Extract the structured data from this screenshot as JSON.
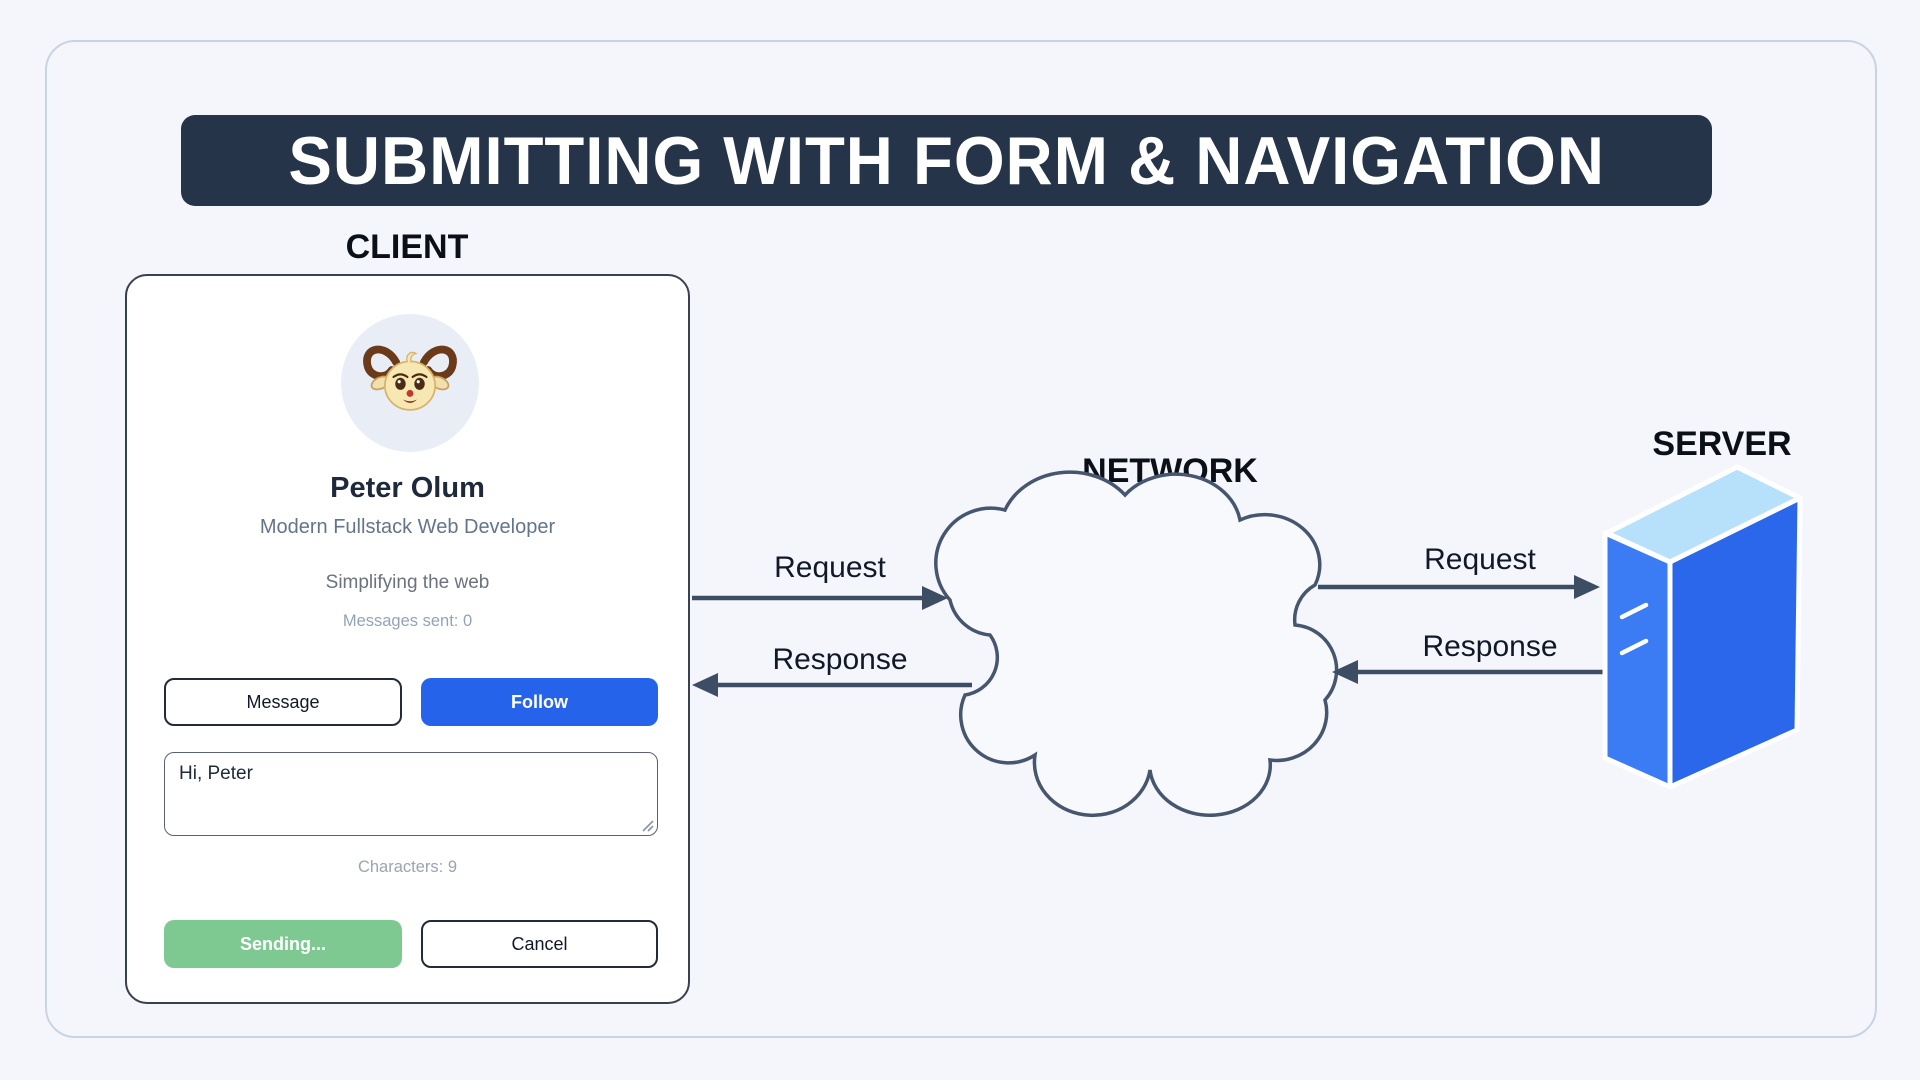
{
  "title": "SUBMITTING WITH FORM & NAVIGATION",
  "client": {
    "section_label": "CLIENT",
    "card": {
      "name": "Peter Olum",
      "role": "Modern Fullstack Web Developer",
      "bio": "Simplifying the web",
      "messages_sent": "Messages sent: 0",
      "message_button": "Message",
      "follow_button": "Follow",
      "message_text": "Hi, Peter",
      "characters": "Characters: 9",
      "sending_button": "Sending...",
      "cancel_button": "Cancel"
    }
  },
  "network": {
    "section_label": "NETWORK",
    "request_label": "Request",
    "response_label": "Response"
  },
  "server": {
    "section_label": "SERVER",
    "request_label": "Request",
    "response_label": "Response"
  },
  "colors": {
    "title_bar_bg": "#263449",
    "title_text": "#ffffff",
    "follow_blue": "#2563eb",
    "sending_green": "#7ec892",
    "arrow_slate": "#3d4e64",
    "page_bg": "#f4f6fb",
    "frame_border": "#c9d4e2",
    "server_top": "#b7e1fb",
    "server_left": "#3b7cf5",
    "server_right": "#2a67ea"
  }
}
